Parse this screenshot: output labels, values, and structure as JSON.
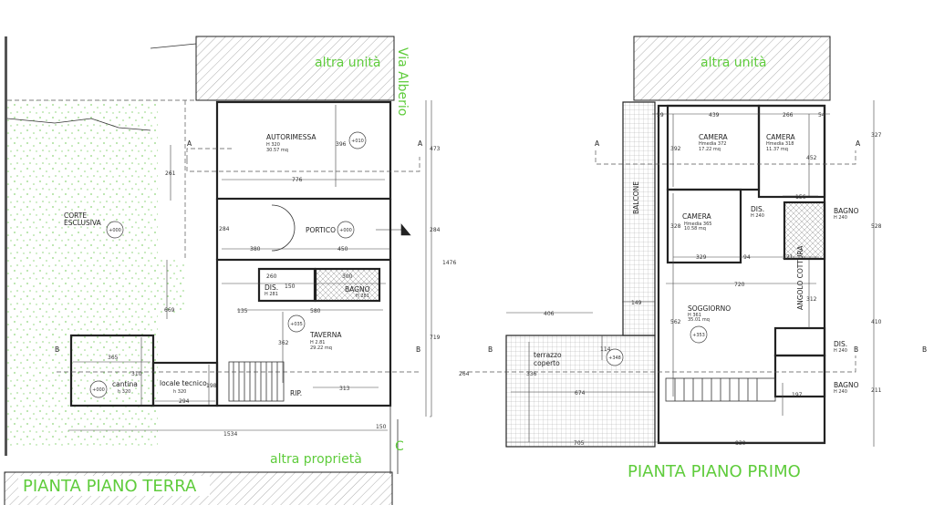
{
  "colors": {
    "annotation_green": "#5fcc3c",
    "garden": "#8fd67a",
    "walls": "#222222"
  },
  "ground_floor": {
    "title": "PIANTA PIANO TERRA",
    "neighbor_top": "altra unità",
    "street": "Via Alberio",
    "neighbor_bottom": "altra proprietà",
    "section_c": "C",
    "section_a": "A",
    "section_b": "B",
    "rooms": {
      "autorimessa": {
        "name": "AUTORIMESSA",
        "height": "H 320",
        "area": "30.57 mq",
        "level": "+010"
      },
      "corte": {
        "name1": "CORTE",
        "name2": "ESCLUSIVA",
        "level": "+000"
      },
      "portico": {
        "name": "PORTICO",
        "level": "+000"
      },
      "dis": {
        "name": "DIS.",
        "height": "H 281"
      },
      "bagno": {
        "name": "BAGNO",
        "height": "H 281"
      },
      "taverna": {
        "name": "TAVERNA",
        "height": "H 2.81",
        "area": "29.22 mq",
        "level": "+035"
      },
      "cantina": {
        "name": "cantina",
        "height": "h 320",
        "level": "+000"
      },
      "locale_tecnico": {
        "name": "locale tecnico",
        "height": "h 320"
      },
      "rip": {
        "name": "RIP."
      }
    },
    "dimensions": [
      "776",
      "396",
      "261",
      "473",
      "284",
      "380",
      "450",
      "284",
      "260",
      "300",
      "150",
      "135",
      "580",
      "362",
      "313",
      "365",
      "310",
      "294",
      "198",
      "669",
      "1534",
      "719",
      "1476",
      "150"
    ]
  },
  "first_floor": {
    "title": "PIANTA PIANO PRIMO",
    "neighbor_top": "altra unità",
    "section_a": "A",
    "section_b": "B",
    "rooms": {
      "camera1": {
        "name": "CAMERA",
        "height": "Hmedia 372",
        "area": "17.22 mq"
      },
      "camera2": {
        "name": "CAMERA",
        "height": "Hmedia 318",
        "area": "11.37 mq"
      },
      "camera3": {
        "name": "CAMERA",
        "height": "Hmedia 365",
        "area": "10.58 mq"
      },
      "dis1": {
        "name": "DIS.",
        "height": "H 240"
      },
      "bagno1": {
        "name": "BAGNO",
        "height": "H 240"
      },
      "balcone": {
        "name": "BALCONE"
      },
      "soggiorno": {
        "name": "SOGGIORNO",
        "height": "H 361",
        "area": "35.01 mq",
        "level": "+353"
      },
      "angolo_cottura": {
        "name": "ANGOLO COTTURA"
      },
      "dis2": {
        "name": "DIS.",
        "height": "H 240"
      },
      "bagno2": {
        "name": "BAGNO",
        "height": "H 240"
      },
      "terrazzo": {
        "name1": "terrazzo",
        "name2": "coperto",
        "level": "+348"
      }
    },
    "dimensions": [
      "59",
      "439",
      "266",
      "54",
      "392",
      "452",
      "327",
      "156",
      "328",
      "329",
      "94",
      "271",
      "528",
      "720",
      "312",
      "149",
      "406",
      "562",
      "114",
      "336",
      "674",
      "410",
      "211",
      "705",
      "830",
      "197",
      "264"
    ]
  }
}
